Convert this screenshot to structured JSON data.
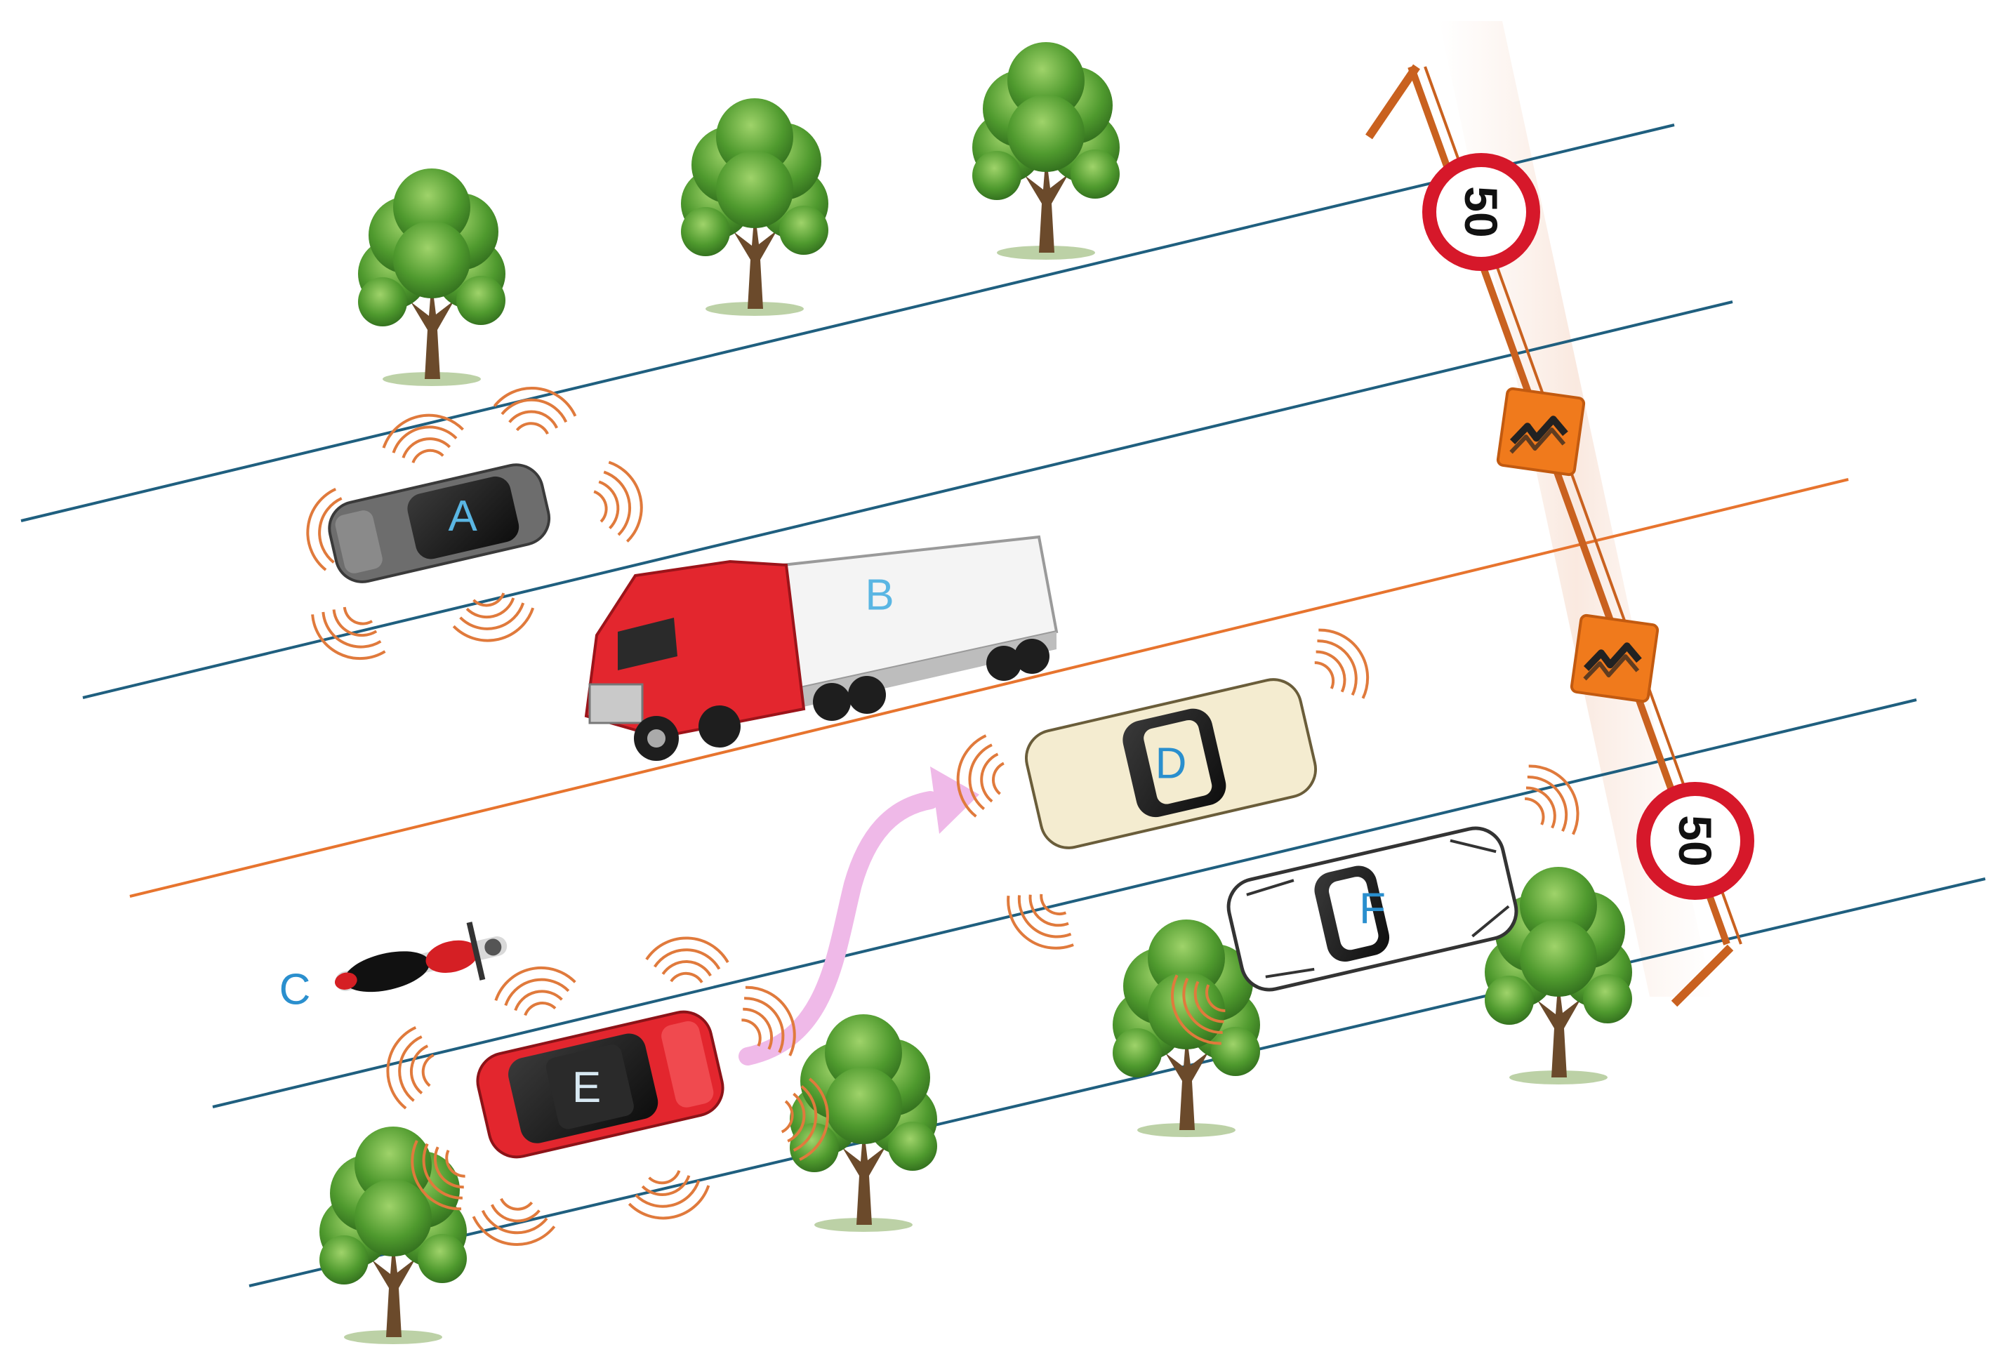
{
  "vehicles": {
    "A": {
      "label": "A"
    },
    "B": {
      "label": "B"
    },
    "C": {
      "label": "C"
    },
    "D": {
      "label": "D"
    },
    "E": {
      "label": "E"
    },
    "F": {
      "label": "F"
    }
  },
  "signs": {
    "speed_limit_top": "50",
    "speed_limit_bottom": "50",
    "warning_icon": "winding-road-icon"
  },
  "colors": {
    "lane_line": "#1f5f7f",
    "center_line": "#e7742e",
    "barrier": "#c9611f",
    "label": "#5ab6e3",
    "signal": "#e07a3c",
    "arrow": "#efb9e8",
    "sign_orange": "#f07a1c",
    "sign_red": "#d6182a"
  }
}
